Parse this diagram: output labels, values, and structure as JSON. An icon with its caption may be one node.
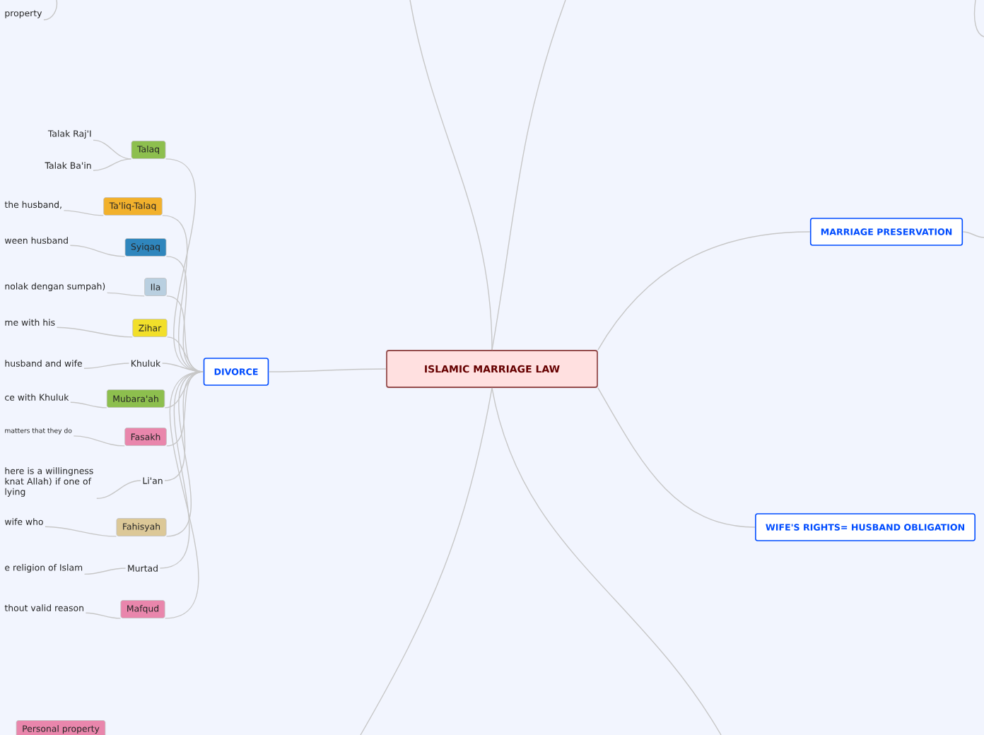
{
  "diagram": {
    "nodes": [
      {
        "text": [
          "ISLAMIC MARRIAGE LAW"
        ]
      },
      {
        "text": [
          "DIVORCE"
        ]
      },
      {
        "text": [
          "MARRIAGE PRESERVATION"
        ]
      },
      {
        "text": [
          "WIFE'S RIGHTS= HUSBAND OBLIGATION"
        ]
      },
      {
        "text": [
          "Talaq"
        ]
      },
      {
        "text": [
          "Talak Raj'I"
        ]
      },
      {
        "text": [
          "Talak Ba'in"
        ]
      },
      {
        "text": [
          "Ta'liq-Talaq"
        ]
      },
      {
        "text": [
          "the husband,"
        ]
      },
      {
        "text": [
          "Syiqaq"
        ]
      },
      {
        "text": [
          "ween husband"
        ]
      },
      {
        "text": [
          "Ila"
        ]
      },
      {
        "text": [
          "nolak dengan sumpah)"
        ]
      },
      {
        "text": [
          "Zihar"
        ]
      },
      {
        "text": [
          "me with his"
        ]
      },
      {
        "text": [
          "Khuluk"
        ]
      },
      {
        "text": [
          "husband and wife"
        ]
      },
      {
        "text": [
          "Mubara'ah"
        ]
      },
      {
        "text": [
          "ce with Khuluk"
        ]
      },
      {
        "text": [
          "Fasakh"
        ]
      },
      {
        "text": [
          "matters that they do"
        ]
      },
      {
        "text": [
          "Li'an"
        ]
      },
      {
        "text": [
          "here is a willingness knat Allah) if one of lying"
        ]
      },
      {
        "text": [
          "Fahisyah"
        ]
      },
      {
        "text": [
          "wife who"
        ]
      },
      {
        "text": [
          "Murtad"
        ]
      },
      {
        "text": [
          "e religion of Islam"
        ]
      },
      {
        "text": [
          "Mafqud"
        ]
      },
      {
        "text": [
          "thout valid reason"
        ]
      },
      {
        "text": [
          "property"
        ]
      },
      {
        "text": [
          "Personal property"
        ]
      }
    ],
    "edges": [
      {
        "from": 0,
        "to": 1,
        "arrow": "none"
      },
      {
        "from": 0,
        "to": 2,
        "arrow": "none"
      },
      {
        "from": 0,
        "to": 3,
        "arrow": "none"
      },
      {
        "from": 0,
        "to": null,
        "arrow": "none"
      },
      {
        "from": 0,
        "to": null,
        "arrow": "none"
      },
      {
        "from": 0,
        "to": null,
        "arrow": "none"
      },
      {
        "from": 0,
        "to": null,
        "arrow": "none"
      },
      {
        "from": 2,
        "to": null,
        "arrow": "none"
      },
      {
        "from": 1,
        "to": 4,
        "arrow": "none"
      },
      {
        "from": 4,
        "to": 5,
        "arrow": "none"
      },
      {
        "from": 4,
        "to": 6,
        "arrow": "none"
      },
      {
        "from": 1,
        "to": 7,
        "arrow": "none"
      },
      {
        "from": 7,
        "to": 8,
        "arrow": "none"
      },
      {
        "from": 1,
        "to": 9,
        "arrow": "none"
      },
      {
        "from": 9,
        "to": 10,
        "arrow": "none"
      },
      {
        "from": 1,
        "to": 11,
        "arrow": "none"
      },
      {
        "from": 11,
        "to": 12,
        "arrow": "none"
      },
      {
        "from": 1,
        "to": 13,
        "arrow": "none"
      },
      {
        "from": 13,
        "to": 14,
        "arrow": "none"
      },
      {
        "from": 1,
        "to": 15,
        "arrow": "none"
      },
      {
        "from": 15,
        "to": 16,
        "arrow": "none"
      },
      {
        "from": 1,
        "to": 17,
        "arrow": "none"
      },
      {
        "from": 17,
        "to": 18,
        "arrow": "none"
      },
      {
        "from": 1,
        "to": 19,
        "arrow": "none"
      },
      {
        "from": 19,
        "to": 20,
        "arrow": "none"
      },
      {
        "from": 1,
        "to": 21,
        "arrow": "none"
      },
      {
        "from": 21,
        "to": 22,
        "arrow": "none"
      },
      {
        "from": 1,
        "to": 23,
        "arrow": "none"
      },
      {
        "from": 23,
        "to": 24,
        "arrow": "none"
      },
      {
        "from": 1,
        "to": 25,
        "arrow": "none"
      },
      {
        "from": 25,
        "to": 26,
        "arrow": "none"
      },
      {
        "from": 1,
        "to": 27,
        "arrow": "none"
      },
      {
        "from": 27,
        "to": 28,
        "arrow": "none"
      },
      {
        "from": 29,
        "to": null,
        "arrow": "none"
      }
    ]
  }
}
